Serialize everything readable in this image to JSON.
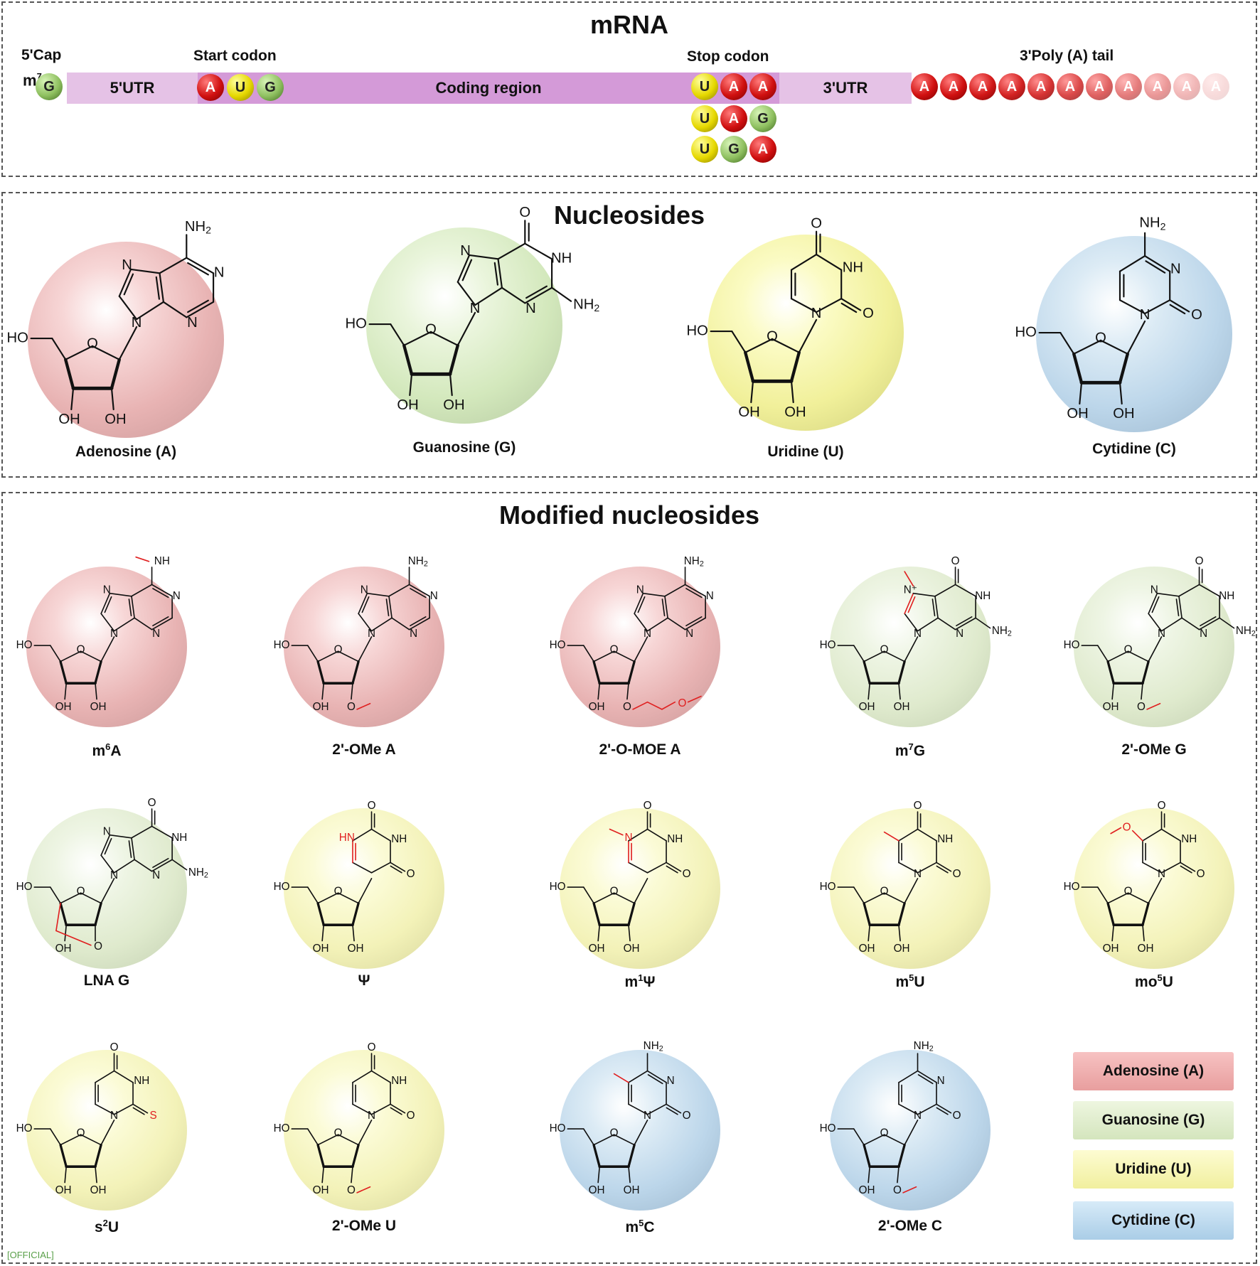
{
  "mrna": {
    "title": "mRNA",
    "cap_label": "5'Cap",
    "cap_bead": "m",
    "cap_sup": "7",
    "cap_base": "G",
    "utr5": "5'UTR",
    "start_label": "Start codon",
    "start_codon": [
      "A",
      "U",
      "G"
    ],
    "coding": "Coding region",
    "stop_label": "Stop codon",
    "stop_codons": [
      [
        "U",
        "A",
        "A"
      ],
      [
        "U",
        "A",
        "G"
      ],
      [
        "U",
        "G",
        "A"
      ]
    ],
    "utr3": "3'UTR",
    "tail_label": "3'Poly (A) tail",
    "tail": [
      "A",
      "A",
      "A",
      "A",
      "A",
      "A",
      "A",
      "A",
      "A",
      "A",
      "A"
    ]
  },
  "nucleosides": {
    "title": "Nucleosides",
    "items": [
      {
        "label": "Adenosine (A)",
        "base": "A"
      },
      {
        "label": "Guanosine (G)",
        "base": "G"
      },
      {
        "label": "Uridine (U)",
        "base": "U"
      },
      {
        "label": "Cytidine (C)",
        "base": "C"
      }
    ]
  },
  "modified": {
    "title": "Modified nucleosides",
    "items": [
      {
        "pre": "m",
        "sup": "6",
        "post": "A"
      },
      {
        "pre": "2'-OMe A",
        "sup": "",
        "post": ""
      },
      {
        "pre": "2'-O-MOE A",
        "sup": "",
        "post": ""
      },
      {
        "pre": "m",
        "sup": "7",
        "post": "G"
      },
      {
        "pre": "2'-OMe G",
        "sup": "",
        "post": ""
      },
      {
        "pre": "LNA G",
        "sup": "",
        "post": ""
      },
      {
        "pre": "Ψ",
        "sup": "",
        "post": ""
      },
      {
        "pre": "m",
        "sup": "1",
        "post": "Ψ"
      },
      {
        "pre": "m",
        "sup": "5",
        "post": "U"
      },
      {
        "pre": "mo",
        "sup": "5",
        "post": "U"
      },
      {
        "pre": "s",
        "sup": "2",
        "post": "U"
      },
      {
        "pre": "2'-OMe U",
        "sup": "",
        "post": ""
      },
      {
        "pre": "m",
        "sup": "5",
        "post": "C"
      },
      {
        "pre": "2'-OMe C",
        "sup": "",
        "post": ""
      }
    ]
  },
  "legend": [
    "Adenosine (A)",
    "Guanosine (G)",
    "Uridine (U)",
    "Cytidine (C)"
  ],
  "atoms": {
    "nh2": "NH",
    "two": "2",
    "nh": "NH",
    "n": "N",
    "o": "O",
    "ho": "HO",
    "oh": "OH",
    "hn": "HN",
    "s": "S",
    "nplus": "N⁺"
  },
  "official": "[OFFICIAL]",
  "colors": {
    "adenine": "#d01010",
    "uracil": "#e6d800",
    "guanine": "#8fc060",
    "modification": "#e02020"
  }
}
